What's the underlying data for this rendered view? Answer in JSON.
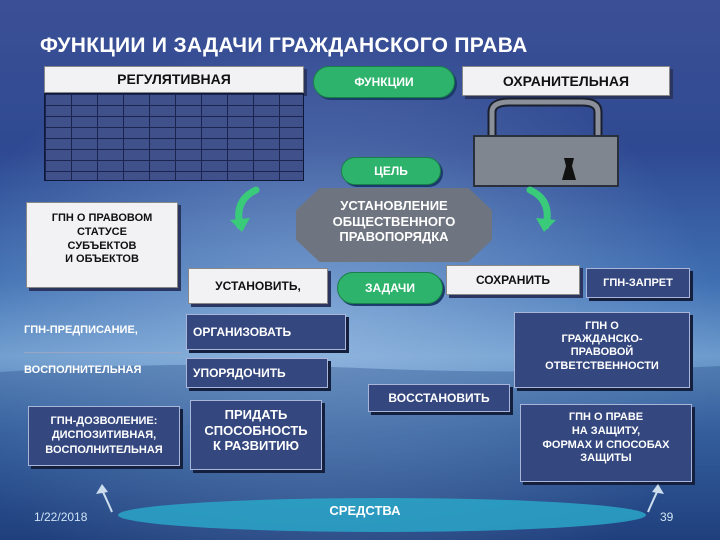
{
  "title": "ФУНКЦИИ И ЗАДАЧИ ГРАЖДАНСКОГО ПРАВА",
  "regulative": "РЕГУЛЯТИВНАЯ",
  "functions": "ФУНКЦИИ",
  "protective": "ОХРАНИТЕЛЬНАЯ",
  "goal": "ЦЕЛЬ",
  "goal_text": [
    "УСТАНОВЛЕНИЕ",
    "ОБЩЕСТВЕННОГО",
    "ПРАВОПОРЯДКА"
  ],
  "gpn_status": [
    "ГПН О ПРАВОВОМ",
    "СТАТУСЕ",
    "СУБЪЕКТОВ",
    "И ОБЪЕКТОВ"
  ],
  "establish": "УСТАНОВИТЬ,",
  "tasks": "ЗАДАЧИ",
  "preserve": "СОХРАНИТЬ",
  "gpn_prohibition": "ГПН-ЗАПРЕТ",
  "gpn_prescription": "ГПН-ПРЕДПИСАНИЕ,",
  "organize": "ОРГАНИЗОВАТЬ",
  "supplementary": "ВОСПОЛНИТЕЛЬНАЯ",
  "streamline": "УПОРЯДОЧИТЬ",
  "gpn_liability": [
    "ГПН О",
    "ГРАЖДАНСКО-",
    "ПРАВОВОЙ",
    "ОТВЕТСТВЕННОСТИ"
  ],
  "restore": "ВОССТАНОВИТЬ",
  "gpn_permission": [
    "ГПН-ДОЗВОЛЕНИЕ:",
    "ДИСПОЗИТИВНАЯ,",
    "ВОСПОЛНИТЕЛЬНАЯ"
  ],
  "develop": [
    "ПРИДАТЬ",
    "СПОСОБНОСТЬ",
    "К РАЗВИТИЮ"
  ],
  "gpn_protection": [
    "ГПН О ПРАВЕ",
    "НА ЗАЩИТУ,",
    "ФОРМАХ И СПОСОБАХ",
    "ЗАЩИТЫ"
  ],
  "means": "СРЕДСТВА",
  "date": "1/22/2018",
  "page": "39",
  "colors": {
    "green": "#2db36b",
    "box": "#34477f",
    "gray": "#6f7580"
  }
}
